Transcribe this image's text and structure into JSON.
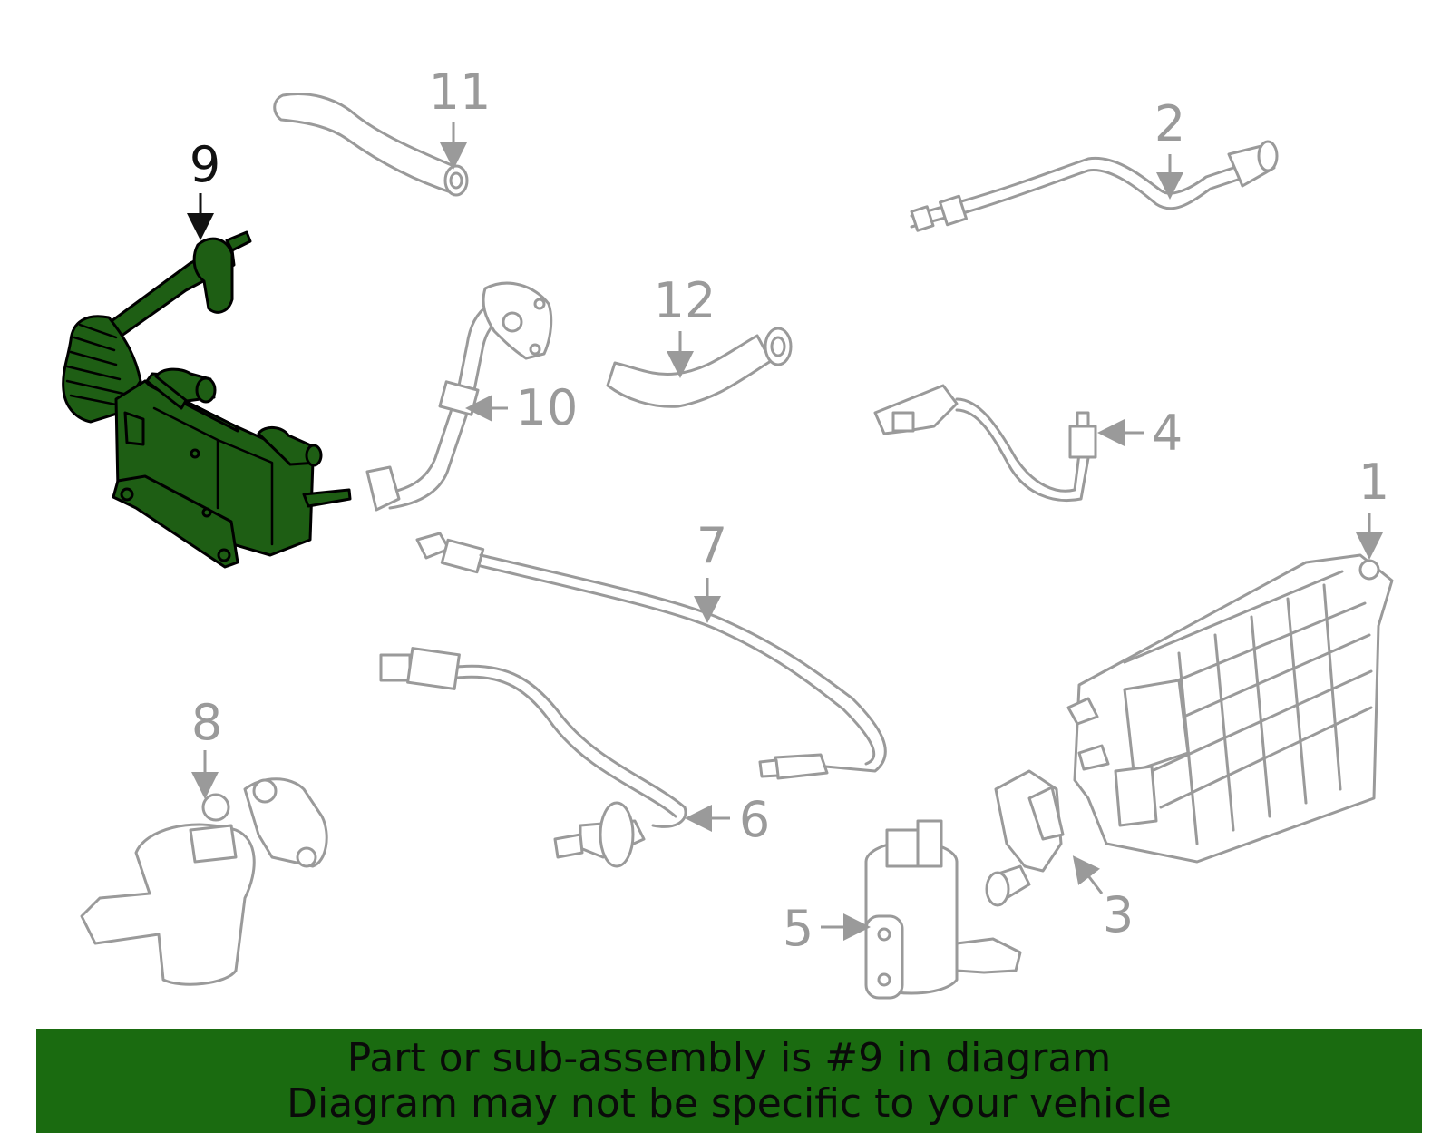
{
  "callouts": {
    "c1": "1",
    "c2": "2",
    "c3": "3",
    "c4": "4",
    "c5": "5",
    "c6": "6",
    "c7": "7",
    "c8": "8",
    "c9": "9",
    "c10": "10",
    "c11": "11",
    "c12": "12"
  },
  "highlighted_part": "9",
  "colors": {
    "highlight": "#1e5e14",
    "banner": "#1a6b10",
    "line_gray": "#9a9a9a"
  },
  "banner": {
    "line1": "Part or sub-assembly is #9 in diagram",
    "line2": "Diagram may not be specific to your vehicle"
  }
}
